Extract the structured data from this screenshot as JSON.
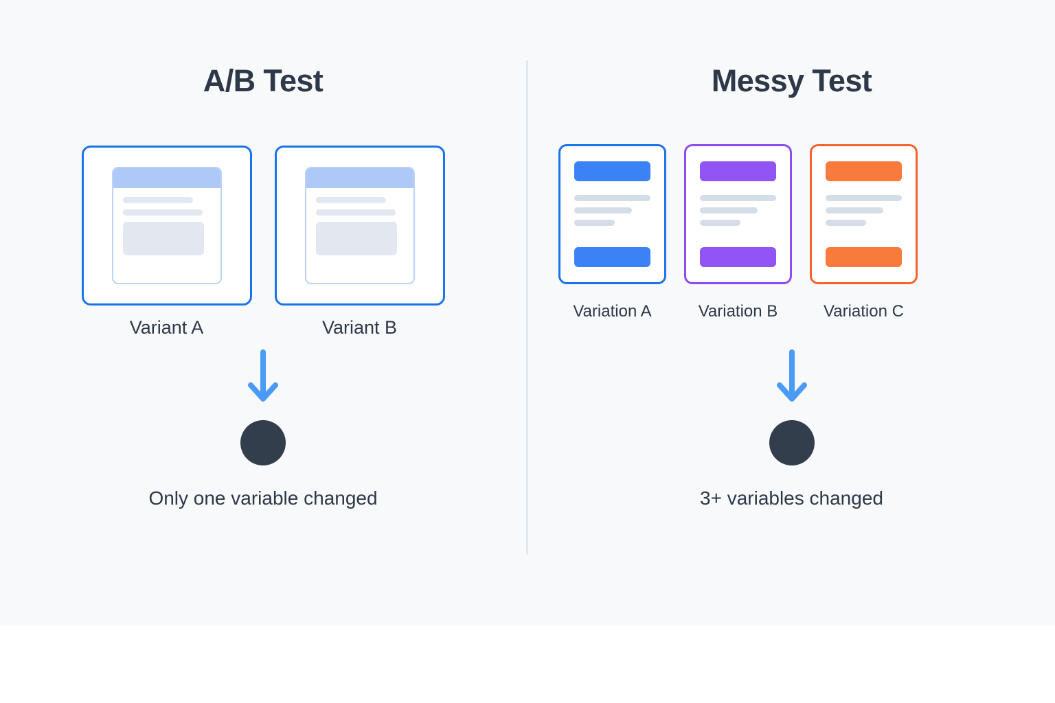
{
  "background": {
    "panel_color": "#f8f9fb",
    "page_color": "#ffffff",
    "divider_color": "#e2e8f2"
  },
  "left_panel": {
    "title": "A/B Test",
    "cards": [
      {
        "label": "Variant A",
        "border_color": "#1a73e8",
        "header_color": "#aec8f7",
        "placeholder_color": "#e3e7ef"
      },
      {
        "label": "Variant B",
        "border_color": "#1a73e8",
        "header_color": "#aec8f7",
        "placeholder_color": "#e3e7ef"
      }
    ],
    "arrow_color": "#4a9bf5",
    "dot_color": "#323e4c",
    "caption": "Only one variable changed"
  },
  "right_panel": {
    "title": "Messy Test",
    "cards": [
      {
        "label": "Variation A",
        "border_color": "#1a73e8",
        "accent_color": "#3b82f6",
        "placeholder_color": "#d5dde9"
      },
      {
        "label": "Variation B",
        "border_color": "#8b4df0",
        "accent_color": "#9155f5",
        "placeholder_color": "#d5dde9"
      },
      {
        "label": "Variation C",
        "border_color": "#f4632a",
        "accent_color": "#f97a3d",
        "placeholder_color": "#d5dde9"
      }
    ],
    "arrow_color": "#4a9bf5",
    "dot_color": "#323e4c",
    "caption": "3+ variables changed"
  }
}
